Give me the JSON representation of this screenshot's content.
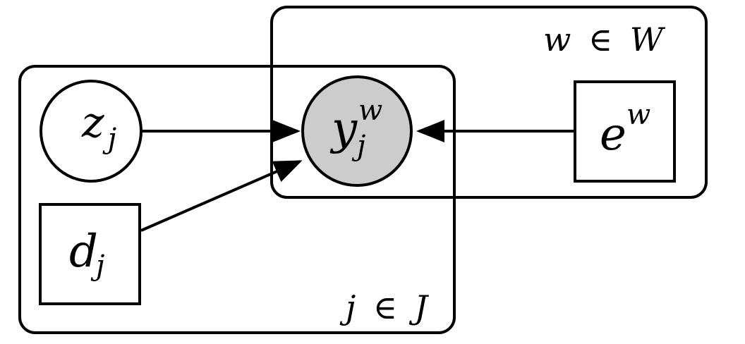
{
  "plates": {
    "w": {
      "var": "w",
      "symbol": "∈",
      "set": "W"
    },
    "j": {
      "var": "j",
      "symbol": "∈",
      "set": "J"
    }
  },
  "nodes": {
    "z": {
      "base": "z",
      "sub": "j",
      "shape": "circle",
      "observed": false
    },
    "y": {
      "base": "y",
      "sub": "j",
      "sup": "w",
      "shape": "circle",
      "observed": true
    },
    "e": {
      "base": "e",
      "sup": "w",
      "shape": "square",
      "observed": false
    },
    "d": {
      "base": "d",
      "sub": "j",
      "shape": "square",
      "observed": false
    }
  },
  "colors": {
    "observed_fill": "#cccccc",
    "stroke": "#000000",
    "background": "#ffffff"
  }
}
